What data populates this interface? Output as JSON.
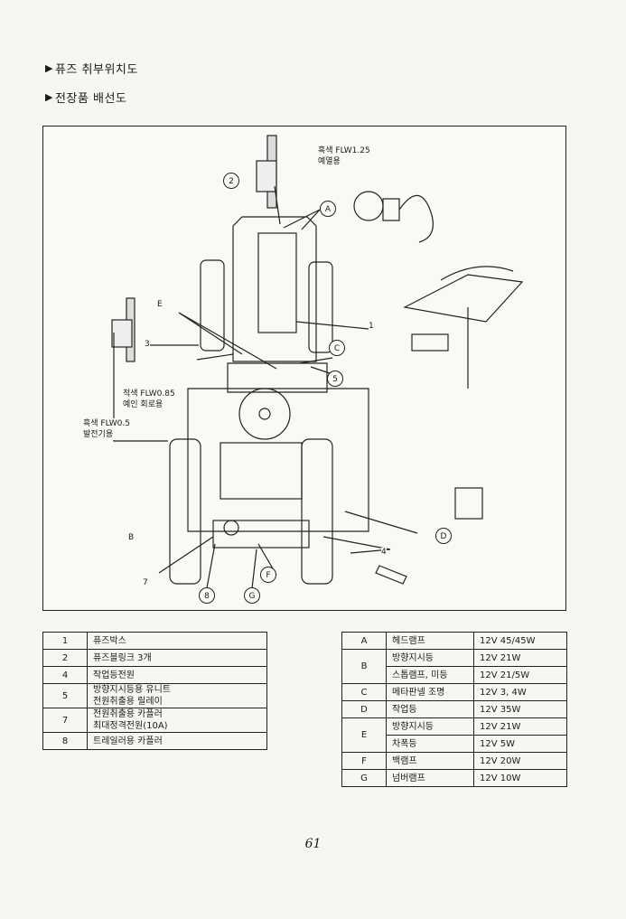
{
  "headings": {
    "fuse_location": "퓨즈 취부위치도",
    "wiring": "전장품 배선도"
  },
  "diagram_notes": {
    "black_wire": "흑색 FLW1.25",
    "black_wire_use": "예열용",
    "red_wire": "적색 FLW0.85",
    "red_wire_use": "예인 회로용",
    "black_wire_small": "흑색 FLW0.5",
    "black_wire_small_use": "발전기용"
  },
  "callouts": [
    "A",
    "B",
    "C",
    "D",
    "E",
    "F",
    "G",
    "1",
    "2",
    "3",
    "4",
    "5",
    "7",
    "8"
  ],
  "legend_numbered": [
    {
      "no": "1",
      "lines": [
        "퓨즈박스"
      ]
    },
    {
      "no": "2",
      "lines": [
        "퓨즈블링크 3개"
      ]
    },
    {
      "no": "4",
      "lines": [
        "작업등전원"
      ]
    },
    {
      "no": "5",
      "lines": [
        "방향지시등용 유니트",
        "전원취출용 릴레이"
      ]
    },
    {
      "no": "7",
      "lines": [
        "전원취출용 카플러",
        "최대정격전원(10A)"
      ]
    },
    {
      "no": "8",
      "lines": [
        "트레일러용 카플러"
      ]
    }
  ],
  "legend_lamps": [
    {
      "key": "A",
      "name": "헤드램프",
      "rating": "12V 45/45W"
    },
    {
      "key": "B",
      "name": "방향지시등",
      "rating": "12V 21W"
    },
    {
      "key": "B",
      "name": "스톱램프, 미등",
      "rating": "12V 21/5W"
    },
    {
      "key": "C",
      "name": "메타판넬 조명",
      "rating": "12V 3, 4W"
    },
    {
      "key": "D",
      "name": "작업등",
      "rating": "12V 35W"
    },
    {
      "key": "E",
      "name": "방향지시등",
      "rating": "12V 21W"
    },
    {
      "key": "E",
      "name": "차폭등",
      "rating": "12V 5W"
    },
    {
      "key": "F",
      "name": "백램프",
      "rating": "12V 20W"
    },
    {
      "key": "G",
      "name": "넘버램프",
      "rating": "12V 10W"
    }
  ],
  "page_number": "61"
}
